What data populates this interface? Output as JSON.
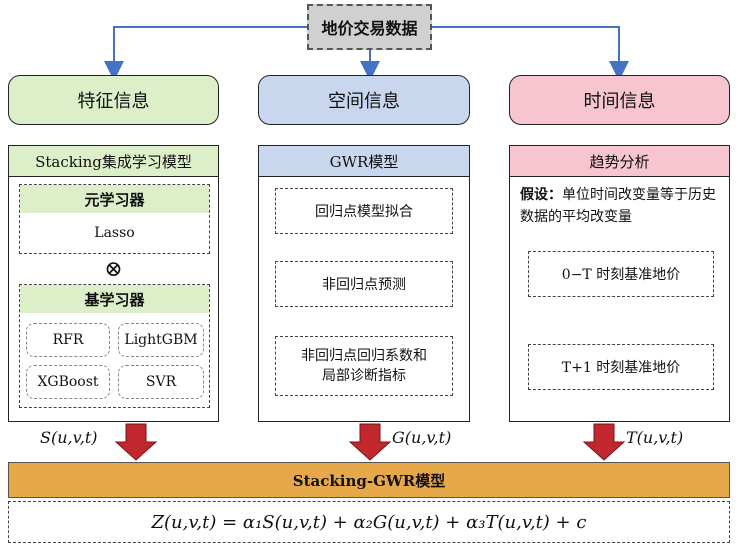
{
  "top_node": "地价交易数据",
  "categories": {
    "feature": "特征信息",
    "spatial": "空间信息",
    "time": "时间信息"
  },
  "feature_panel": {
    "title": "Stacking集成学习模型",
    "meta_label": "元学习器",
    "meta_value": "Lasso",
    "combine_symbol": "⊗",
    "base_label": "基学习器",
    "base_models": [
      "RFR",
      "LightGBM",
      "XGBoost",
      "SVR"
    ],
    "output": "S(u,v,t)"
  },
  "spatial_panel": {
    "title": "GWR模型",
    "steps": [
      "回归点模型拟合",
      "非回归点预测",
      "非回归点回归系数和\n局部诊断指标"
    ],
    "output": "G(u,v,t)"
  },
  "time_panel": {
    "title": "趋势分析",
    "assumption_label": "假设：",
    "assumption_text": "单位时间改变量等于历史数据的平均改变量",
    "step1": "0−T 时刻基准地价",
    "step2": "T+1 时刻基准地价",
    "output": "T(u,v,t)"
  },
  "model_bar": "Stacking-GWR模型",
  "equation": "Z(u,v,t) = α₁S(u,v,t) + α₂G(u,v,t) + α₃T(u,v,t) + c",
  "colors": {
    "connector_blue": "#4472c4",
    "down_arrow_red": "#c0282d",
    "bar_orange": "#e7a84a"
  }
}
